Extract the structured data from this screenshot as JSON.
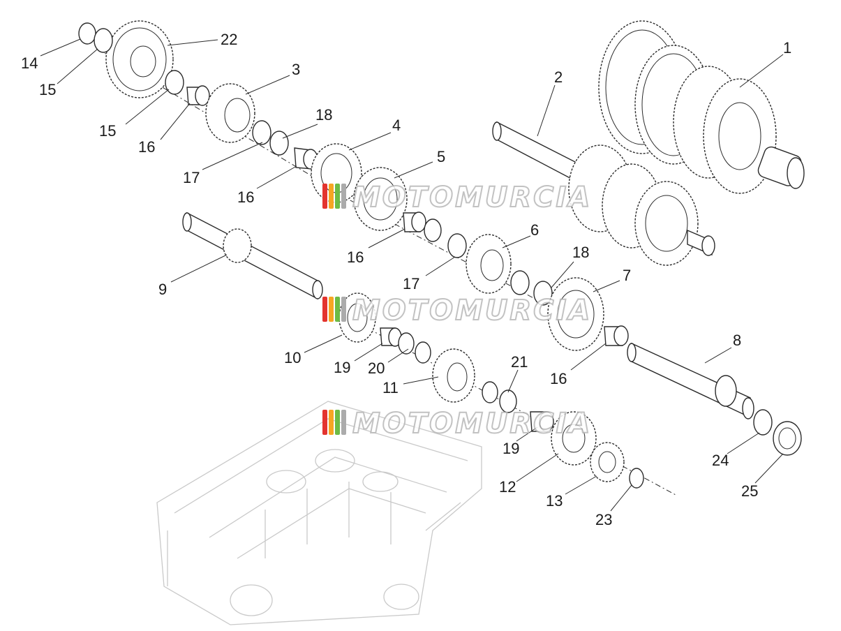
{
  "watermark": {
    "text": "MOTOMURCIA",
    "stripe_colors": [
      "#e3342f",
      "#f6a623",
      "#6dbb45",
      "#ababab"
    ]
  },
  "callouts": [
    {
      "text": "1"
    },
    {
      "text": "2"
    },
    {
      "text": "3"
    },
    {
      "text": "4"
    },
    {
      "text": "5"
    },
    {
      "text": "6"
    },
    {
      "text": "7"
    },
    {
      "text": "8"
    },
    {
      "text": "9"
    },
    {
      "text": "10"
    },
    {
      "text": "11"
    },
    {
      "text": "12"
    },
    {
      "text": "13"
    },
    {
      "text": "14"
    },
    {
      "text": "15"
    },
    {
      "text": "15"
    },
    {
      "text": "16"
    },
    {
      "text": "16"
    },
    {
      "text": "16"
    },
    {
      "text": "16"
    },
    {
      "text": "17"
    },
    {
      "text": "17"
    },
    {
      "text": "18"
    },
    {
      "text": "18"
    },
    {
      "text": "19"
    },
    {
      "text": "19"
    },
    {
      "text": "20"
    },
    {
      "text": "21"
    },
    {
      "text": "22"
    },
    {
      "text": "23"
    },
    {
      "text": "24"
    },
    {
      "text": "25"
    }
  ]
}
